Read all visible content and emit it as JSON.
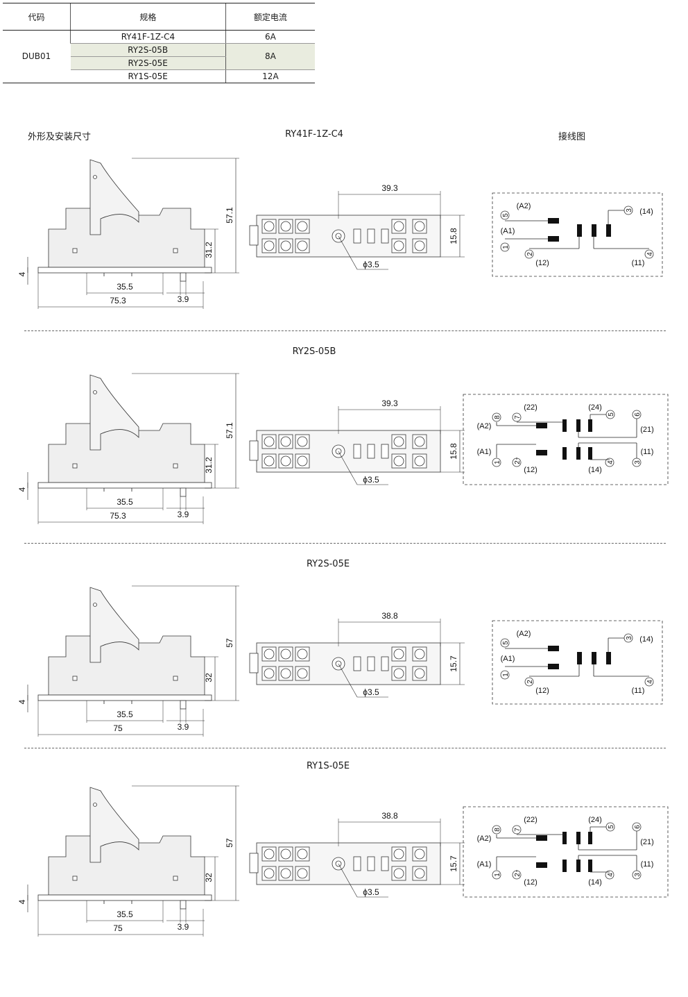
{
  "table": {
    "headers": [
      "代码",
      "规格",
      "额定电流"
    ],
    "code": "DUB01",
    "rows": [
      {
        "model": "RY41F-1Z-C4",
        "current": "6A"
      },
      {
        "model": "RY2S-05B",
        "current": "8A"
      },
      {
        "model": "RY2S-05E",
        "current": "8A"
      },
      {
        "model": "RY1S-05E",
        "current": "12A"
      }
    ]
  },
  "labels": {
    "outline": "外形及安装尺寸",
    "wiring": "接线图"
  },
  "sections": [
    {
      "title": "RY41F-1Z-C4",
      "side": {
        "height": "57.1",
        "mid": "31.2",
        "foot": "4",
        "span": "35.5",
        "width": "75.3",
        "pin": "3.9"
      },
      "top": {
        "length": "39.3",
        "depth": "15.8",
        "hole": "ϕ3.5"
      },
      "wiring": {
        "type": "1z",
        "labels": [
          "(A2)",
          "(A1)",
          "(14)",
          "(12)",
          "(11)"
        ],
        "pins": [
          "5",
          "1",
          "3",
          "2",
          "4"
        ]
      }
    },
    {
      "title": "RY2S-05B",
      "side": {
        "height": "57.1",
        "mid": "31.2",
        "foot": "4",
        "span": "35.5",
        "width": "75.3",
        "pin": "3.9"
      },
      "top": {
        "length": "39.3",
        "depth": "15.8",
        "hole": "ϕ3.5"
      },
      "wiring": {
        "type": "2z",
        "labels": [
          "(22)",
          "(24)",
          "(A2)",
          "(21)",
          "(A1)",
          "(11)",
          "(12)",
          "(14)"
        ],
        "pins": [
          "8",
          "7",
          "5",
          "6",
          "1",
          "2",
          "4",
          "3"
        ]
      }
    },
    {
      "title": "RY2S-05E",
      "side": {
        "height": "57",
        "mid": "32",
        "foot": "4",
        "span": "35.5",
        "width": "75",
        "pin": "3.9"
      },
      "top": {
        "length": "38.8",
        "depth": "15.7",
        "hole": "ϕ3.5"
      },
      "wiring": {
        "type": "1z",
        "labels": [
          "(A2)",
          "(A1)",
          "(14)",
          "(12)",
          "(11)"
        ],
        "pins": [
          "5",
          "1",
          "3",
          "2",
          "4"
        ]
      }
    },
    {
      "title": "RY1S-05E",
      "side": {
        "height": "57",
        "mid": "32",
        "foot": "4",
        "span": "35.5",
        "width": "75",
        "pin": "3.9"
      },
      "top": {
        "length": "38.8",
        "depth": "15.7",
        "hole": "ϕ3.5"
      },
      "wiring": {
        "type": "2z",
        "labels": [
          "(22)",
          "(24)",
          "(A2)",
          "(21)",
          "(A1)",
          "(11)",
          "(12)",
          "(14)"
        ],
        "pins": [
          "8",
          "7",
          "5",
          "6",
          "1",
          "2",
          "4",
          "3"
        ]
      }
    }
  ]
}
